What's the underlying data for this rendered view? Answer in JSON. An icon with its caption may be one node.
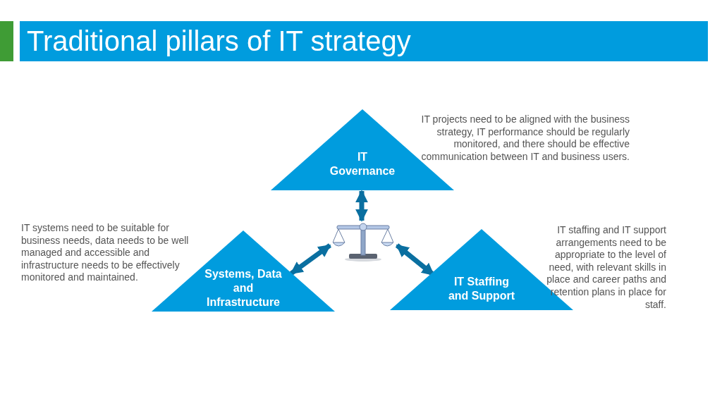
{
  "diagram": {
    "title": "Traditional pillars of IT strategy",
    "nodes": [
      {
        "text": [
          "IT Governance"
        ],
        "beside": [
          "IT projects need to be aligned with the business strategy, IT performance should be regularly monitored, and there should be effective communication between IT and business users."
        ]
      },
      {
        "text": [],
        "shape": "picture"
      },
      {
        "text": [
          "Systems, Data and Infrastructure"
        ],
        "beside": [
          "IT systems need to be suitable for business needs, data needs to be well managed and accessible and infrastructure needs to be effectively monitored and maintained."
        ]
      },
      {
        "text": [
          "IT Staffing and Support"
        ],
        "beside": [
          "IT staffing and IT support arrangements need to be appropriate to the level of need, with relevant skills in place and career paths and retention plans in place for staff."
        ]
      }
    ],
    "edges": [
      {
        "from": 0,
        "to": 1,
        "arrow": "both"
      },
      {
        "from": 2,
        "to": 1,
        "arrow": "both"
      },
      {
        "from": 3,
        "to": 1,
        "arrow": "both"
      }
    ]
  }
}
